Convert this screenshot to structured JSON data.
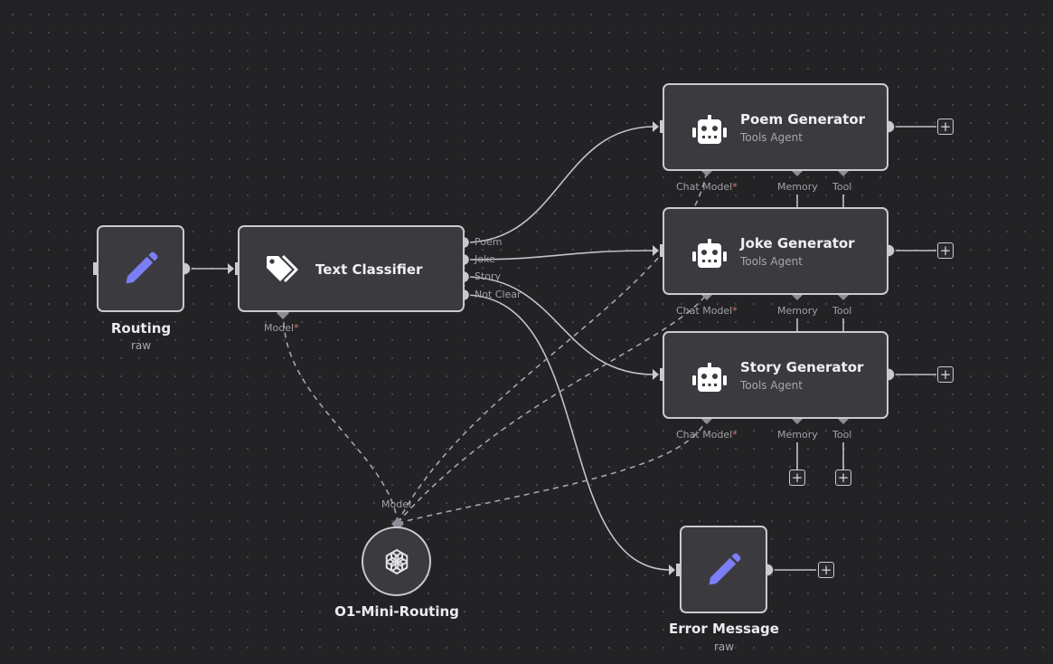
{
  "nodes": {
    "routing": {
      "title": "Routing",
      "subtitle": "raw"
    },
    "text_classifier": {
      "title": "Text Classifier",
      "outputs": [
        "Poem",
        "Joke",
        "Story",
        "Not Clear"
      ],
      "model_label": "Model",
      "required_mark": "*"
    },
    "poem_generator": {
      "title": "Poem Generator",
      "subtitle": "Tools Agent"
    },
    "joke_generator": {
      "title": "Joke Generator",
      "subtitle": "Tools Agent"
    },
    "story_generator": {
      "title": "Story Generator",
      "subtitle": "Tools Agent"
    },
    "o1_mini": {
      "title": "O1-Mini-Routing",
      "model_label": "Model"
    },
    "error_message": {
      "title": "Error Message",
      "subtitle": "raw"
    }
  },
  "agent_ports": {
    "chat_model": "Chat Model",
    "memory": "Memory",
    "tool": "Tool",
    "required_mark": "*"
  },
  "plus_symbol": "+",
  "icons": {
    "routing": "pencil-icon",
    "text_classifier": "tags-icon",
    "agents": "robot-icon",
    "o1_mini": "openai-icon",
    "error_message": "pencil-icon"
  },
  "colors": {
    "canvas": "#232325",
    "node_fill": "#3b3b3f",
    "node_border": "#c9c9cf",
    "edge": "#c9c9cf",
    "pencil_accent": "#7b7ef6",
    "required": "#e0736b"
  }
}
